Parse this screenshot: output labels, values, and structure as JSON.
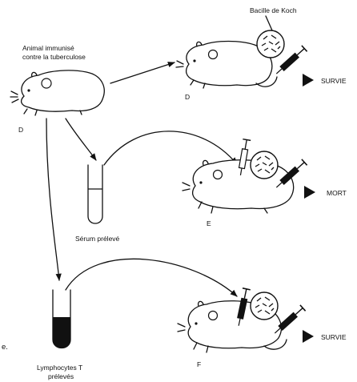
{
  "labels": {
    "bacille": "Bacille de Koch",
    "animal_line1": "Animal immunisé",
    "animal_line2": "contre la tuberculose",
    "serum": "Sérum prélevé",
    "lymph_line1": "Lymphocytes T",
    "lymph_line2": "prélevés",
    "animal_donor": "D",
    "animal_d": "D",
    "animal_e": "E",
    "animal_f": "F",
    "outcome_d": "SURVIE",
    "outcome_e": "MORT",
    "outcome_f": "SURVIE",
    "margin_fragment": "e."
  }
}
